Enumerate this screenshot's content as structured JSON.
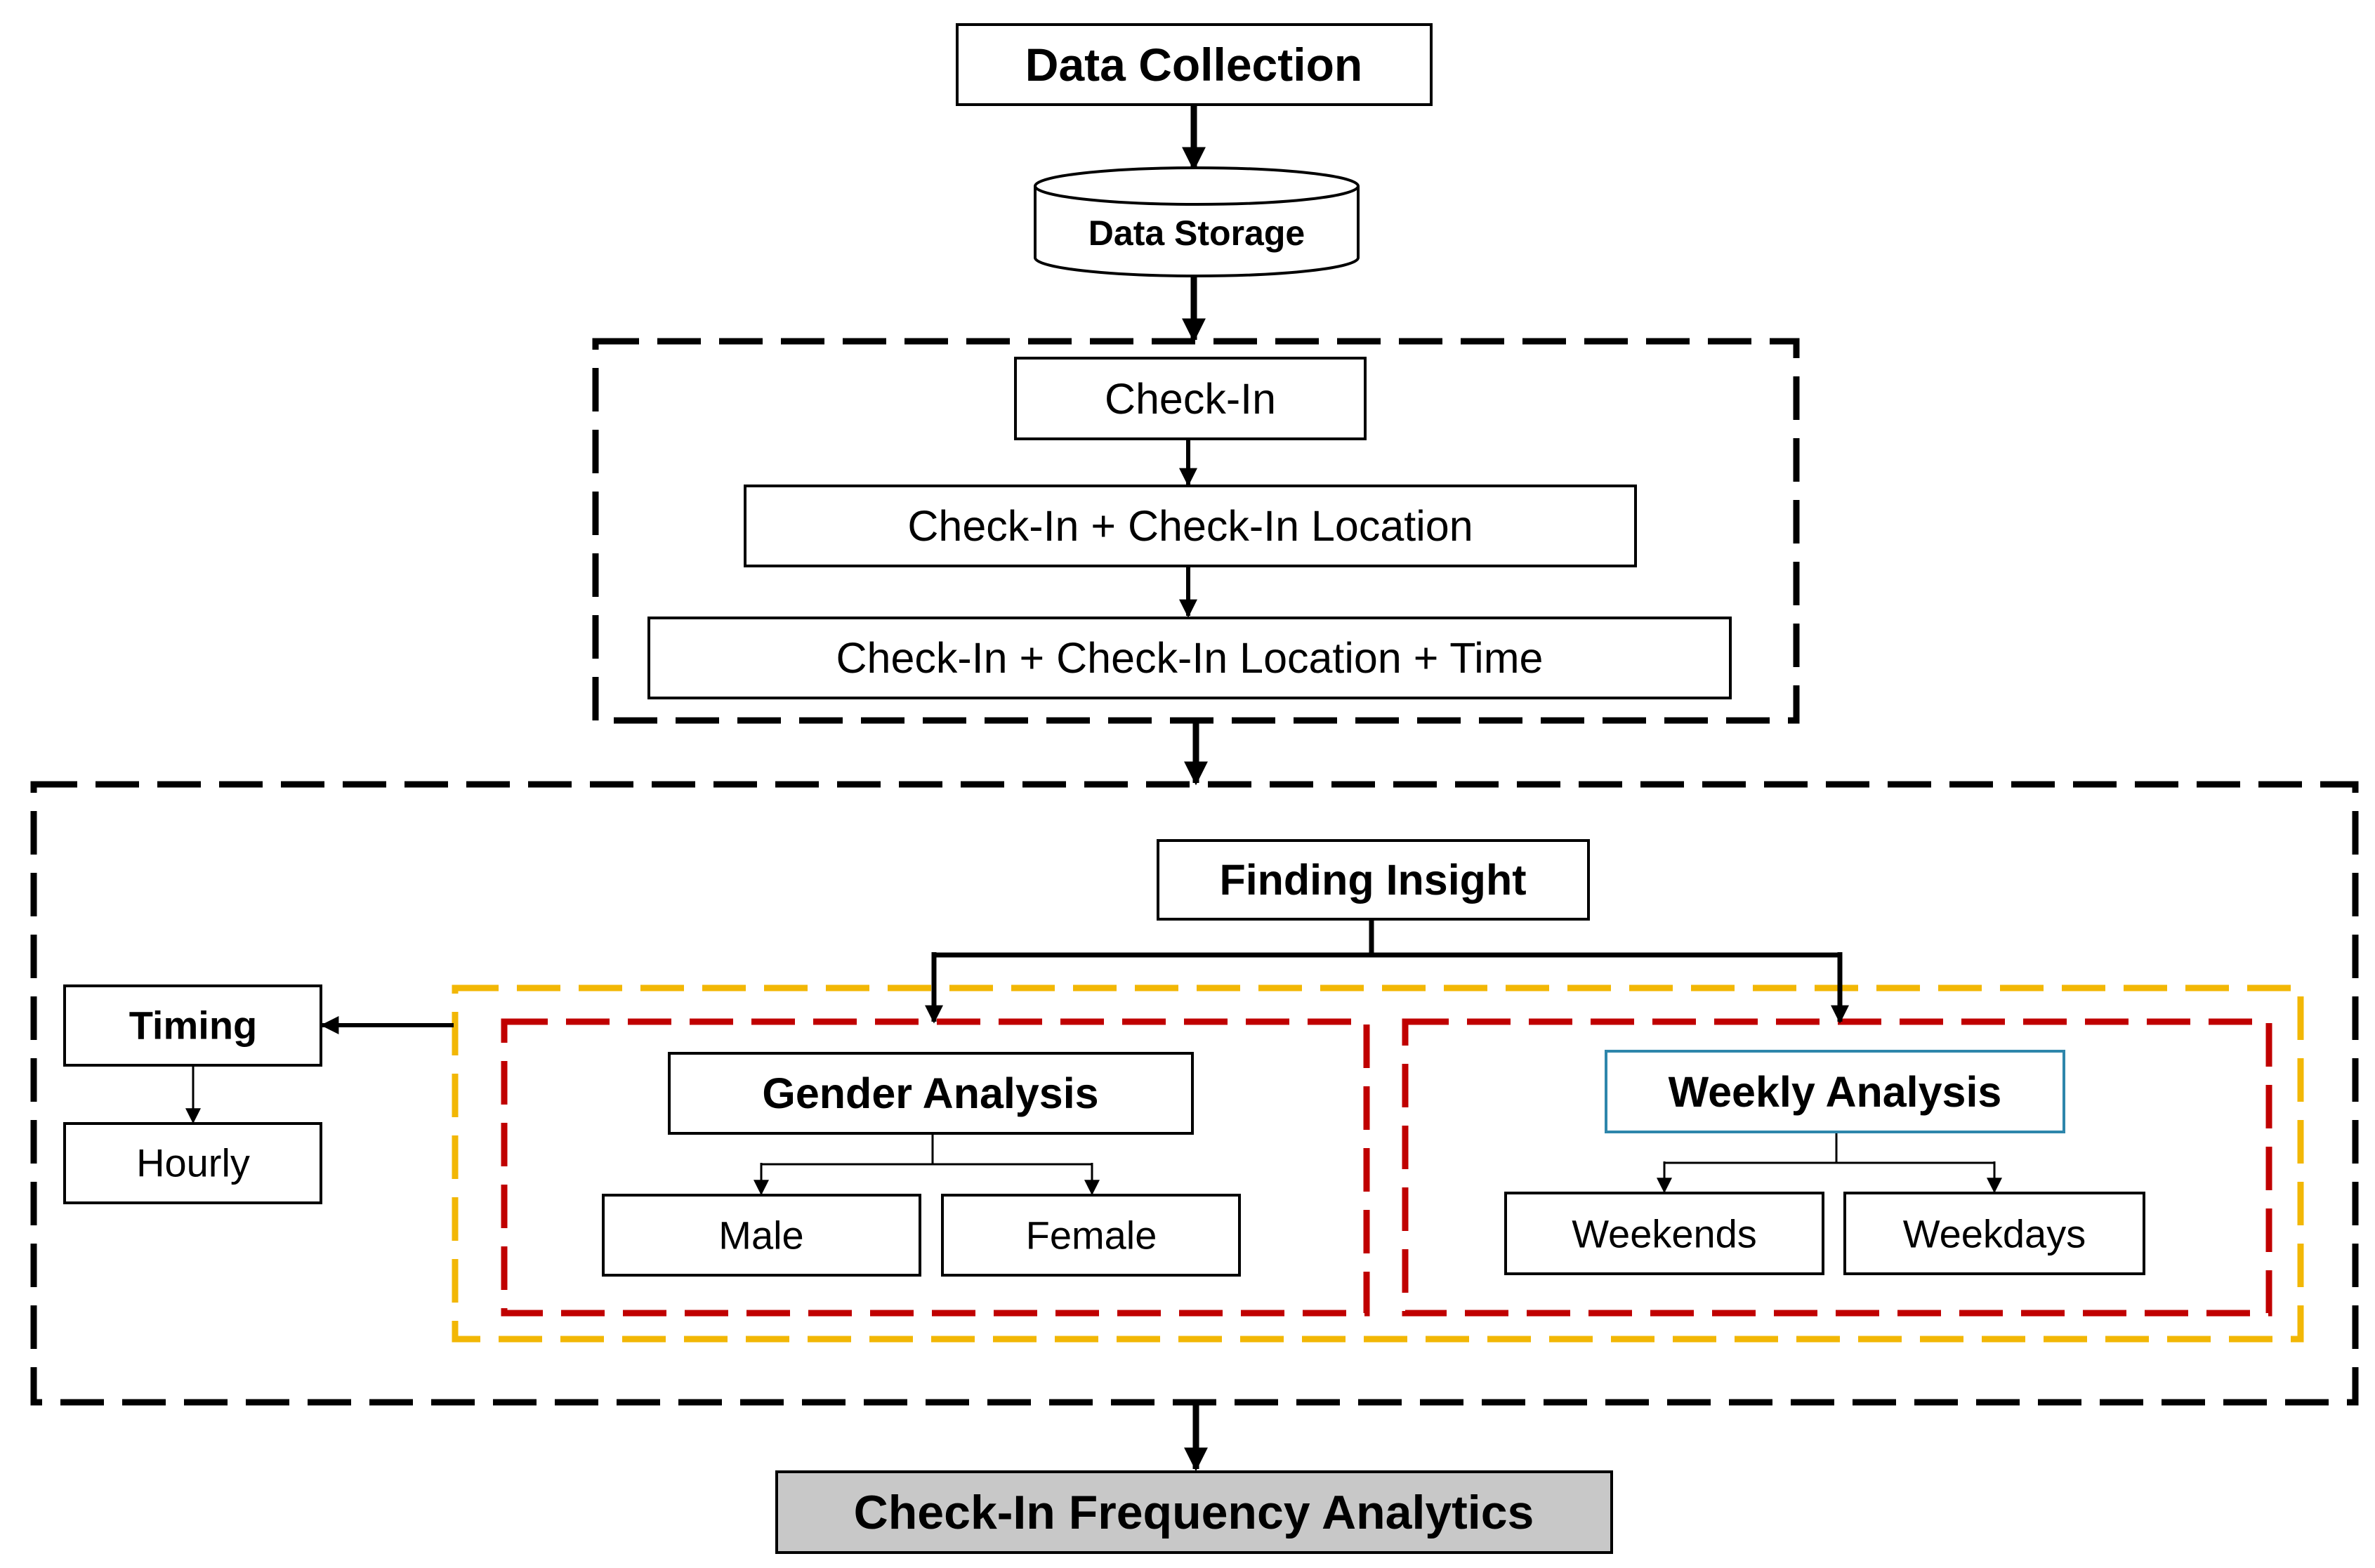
{
  "nodes": {
    "data_collection": "Data Collection",
    "data_storage": "Data Storage",
    "check_in": "Check-In",
    "check_in_location": "Check-In + Check-In Location",
    "check_in_location_time": "Check-In + Check-In Location + Time",
    "finding_insight": "Finding Insight",
    "timing": "Timing",
    "hourly": "Hourly",
    "gender_analysis": "Gender Analysis",
    "male": "Male",
    "female": "Female",
    "weekly_analysis": "Weekly Analysis",
    "weekends": "Weekends",
    "weekdays": "Weekdays",
    "result": "Check-In Frequency Analytics"
  },
  "colors": {
    "stroke": "#000000",
    "gold_border": "#F2B705",
    "red_border": "#C00000",
    "weekly_border": "#2E86AB",
    "result_fill": "#C8C8C8"
  }
}
